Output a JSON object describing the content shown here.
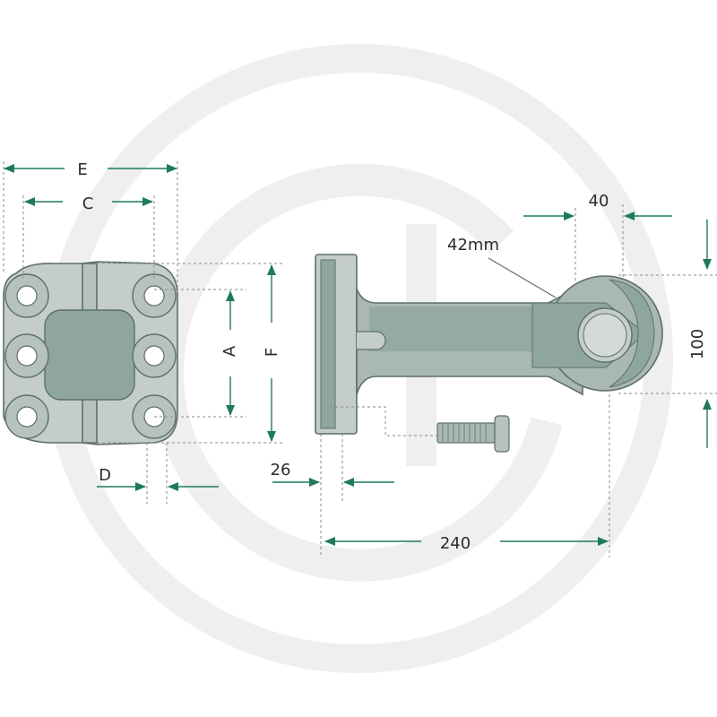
{
  "labels": {
    "e": "E",
    "c": "C",
    "a": "A",
    "f": "F",
    "d": "D",
    "d26": "26",
    "d40": "40",
    "d42mm": "42mm",
    "d100": "100",
    "d240": "240"
  },
  "colors": {
    "arrow": "#1f7a5a",
    "part_light": "#c5cdca",
    "part_mid": "#a9b8b3",
    "part_dark": "#8fa69e",
    "watermark": "#efefef"
  }
}
